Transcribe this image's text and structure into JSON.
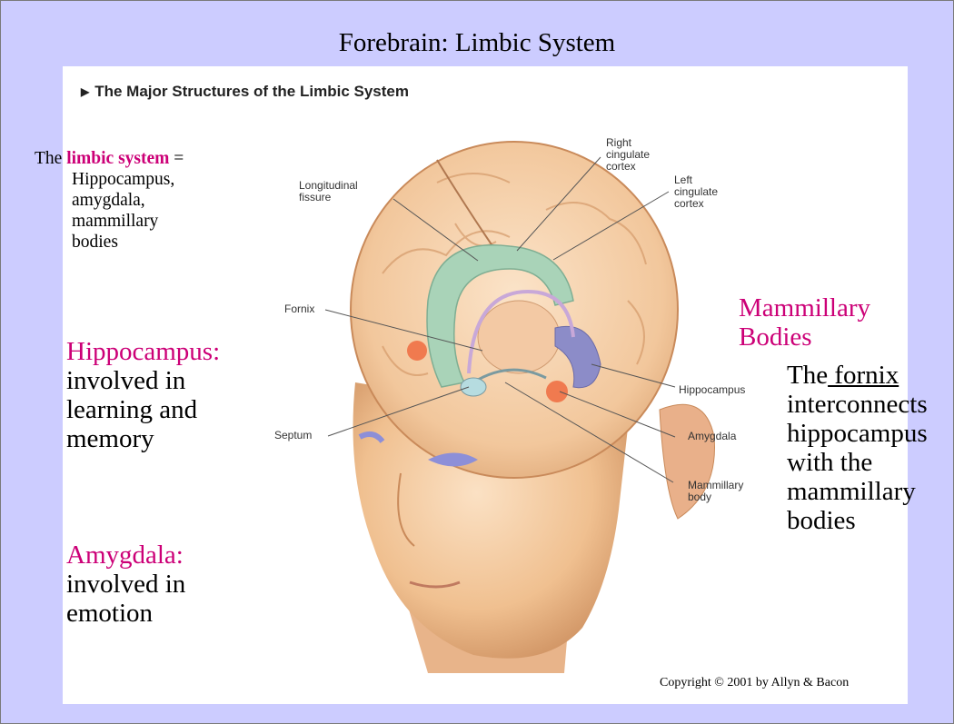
{
  "slide": {
    "title": "Forebrain: Limbic System",
    "figure_heading": "The Major Structures of the Limbic System",
    "definition": {
      "prefix": "The",
      "term": "limbic system",
      "equals": "=",
      "body": "Hippocampus, amygdala, mammillary bodies"
    },
    "hippocampus": {
      "name": "Hippocampus:",
      "desc": "involved in learning and memory"
    },
    "amygdala": {
      "name": "Amygdala:",
      "desc": "involved in emotion"
    },
    "mammillary": {
      "name": "Mammillary Bodies",
      "desc_before": "The",
      "desc_link": " fornix",
      "desc_after": "interconnects hippocampus with the mammillary bodies"
    },
    "copyright": "Copyright © 2001 by Allyn & Bacon"
  },
  "figure_labels": {
    "right_cingulate": "Right cingulate cortex",
    "left_cingulate": "Left cingulate cortex",
    "longitudinal_fissure": "Longitudinal fissure",
    "fornix": "Fornix",
    "septum": "Septum",
    "hippocampus": "Hippocampus",
    "amygdala": "Amygdala",
    "mammillary_body": "Mammillary body"
  },
  "colors": {
    "background": "#ccccff",
    "accent": "#cc0077",
    "skin": "#f2c9a0",
    "cingulate": "#a9d3b8",
    "amygdala": "#f07a4f",
    "hippocampus": "#8c8cc8"
  }
}
